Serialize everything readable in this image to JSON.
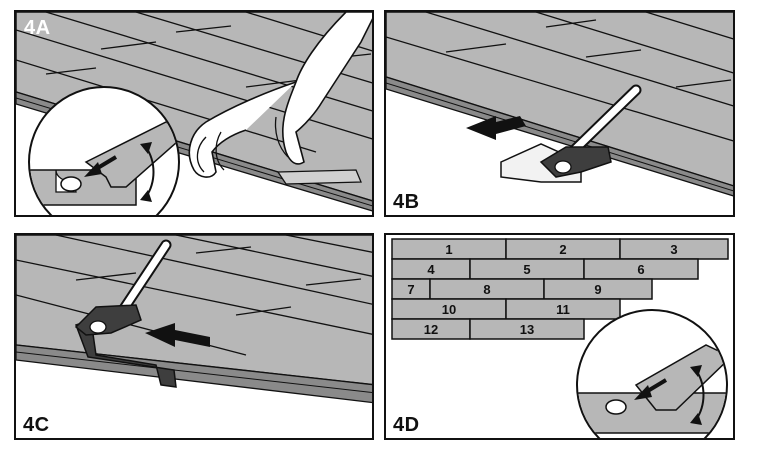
{
  "panels": {
    "a": {
      "label": "4A"
    },
    "b": {
      "label": "4B"
    },
    "c": {
      "label": "4C"
    },
    "d": {
      "label": "4D",
      "planks": [
        "1",
        "2",
        "3",
        "4",
        "5",
        "6",
        "7",
        "8",
        "9",
        "10",
        "11",
        "12",
        "13"
      ]
    }
  },
  "colors": {
    "floor": "#b7b7b7",
    "floor_dark": "#9a9a9a",
    "edge": "#6f6f6f",
    "tool": "#3e3e3e",
    "outline": "#111111",
    "block": "#f2f2f2"
  }
}
